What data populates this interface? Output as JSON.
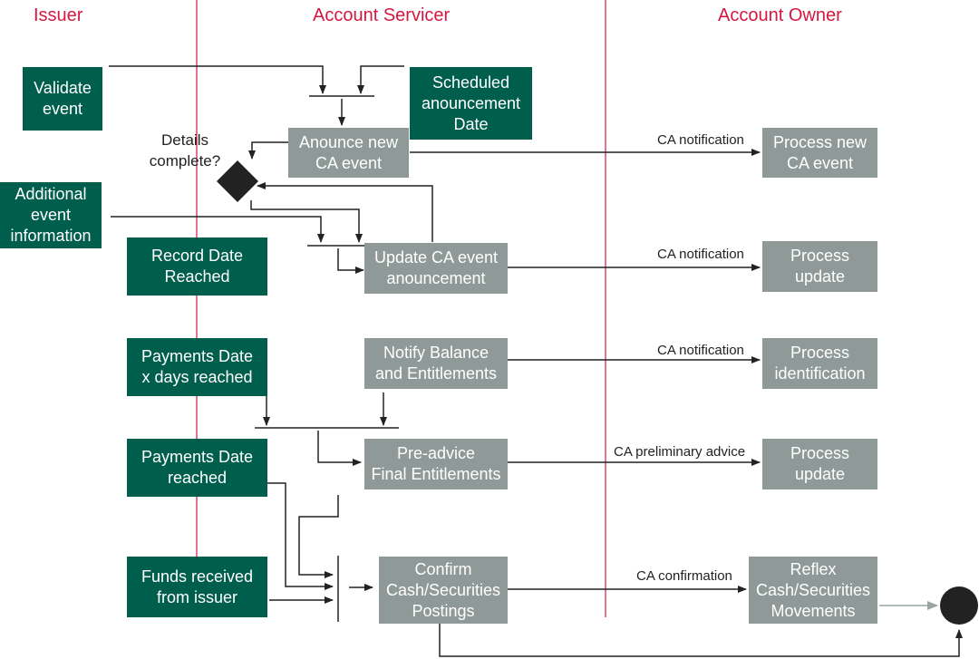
{
  "lanes": {
    "issuer": "Issuer",
    "servicer": "Account Servicer",
    "owner": "Account Owner"
  },
  "issuer": {
    "validate": "Validate\nevent",
    "additional": "Additional\nevent\ninformation",
    "record": "Record Date\nReached",
    "payx": "Payments Date\nx days reached",
    "pay": "Payments Date\nreached",
    "funds": "Funds received\nfrom issuer"
  },
  "servicer": {
    "scheduled": "Scheduled\nanouncement\nDate",
    "announce": "Anounce new\nCA event",
    "update": "Update CA event\nanouncement",
    "notify": "Notify Balance\nand Entitlements",
    "preadvice": "Pre-advice\nFinal Entitlements",
    "confirm": "Confirm\nCash/Securities\nPostings"
  },
  "owner": {
    "process_new": "Process new\nCA event",
    "process_update1": "Process\nupdate",
    "process_ident": "Process\nidentification",
    "process_update2": "Process\nupdate",
    "reflex": "Reflex\nCash/Securities\nMovements"
  },
  "decision": "Details\ncomplete?",
  "labels": {
    "n1": "CA notification",
    "n2": "CA notification",
    "n3": "CA notification",
    "pre": "CA preliminary advice",
    "conf": "CA confirmation"
  },
  "colors": {
    "dark_box": "#005e4d",
    "gray_box": "#8f9a98",
    "lane_line": "#d4183f",
    "lane_title": "#d4183f"
  }
}
